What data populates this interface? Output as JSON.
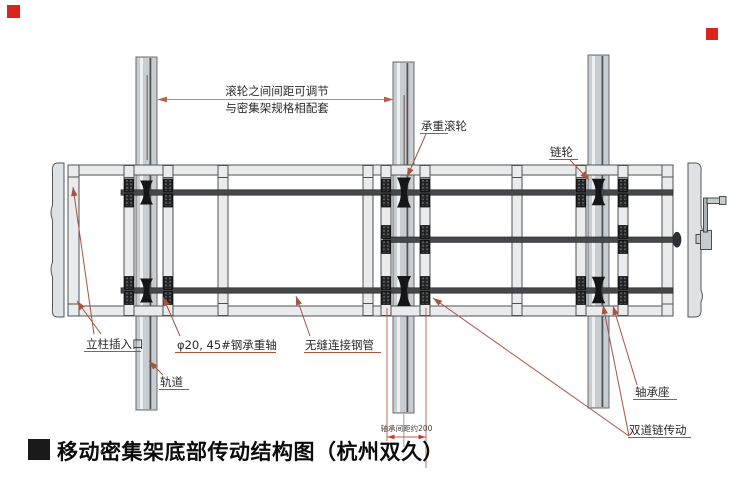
{
  "title": {
    "text": "移动密集架底部传动结构图（杭州双久）"
  },
  "dimension_note": {
    "line1": "滚轮之间间距可调节",
    "line2": "与密集架规格相配套"
  },
  "labels": {
    "load_roller": "承重滚轮",
    "sprocket": "链轮",
    "column_insert": "立柱插入口",
    "shaft_spec": "φ20, 45#钢承重轴",
    "seamless_pipe": "无缝连接钢管",
    "track": "轨道",
    "bearing_seat": "轴承座",
    "double_chain": "双道链传动",
    "bearing_spacing": "轴承间距约200"
  },
  "colors": {
    "annotation_red": "#a8543f",
    "dimension_red": "#c08876",
    "marker_red": "#d9251d",
    "frame_fill": "#eaebec",
    "frame_stroke": "#4e5254",
    "rail_fill": "#c8cdd1",
    "shaft_dark": "#44484c",
    "part_black": "#141618",
    "title_black": "#0c0c0c"
  }
}
